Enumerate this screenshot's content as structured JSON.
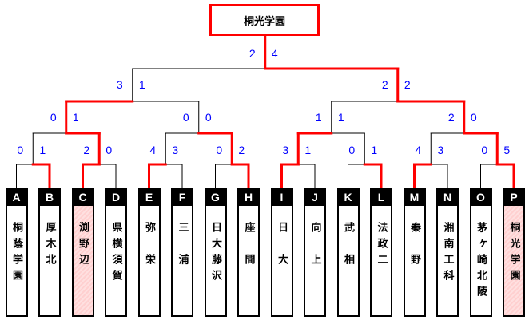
{
  "champion": "桐光学園",
  "teams": [
    {
      "letter": "A",
      "name": "桐蔭学園",
      "highlight": false
    },
    {
      "letter": "B",
      "name": "厚木北",
      "highlight": false
    },
    {
      "letter": "C",
      "name": "渕野辺",
      "highlight": true
    },
    {
      "letter": "D",
      "name": "県横須賀",
      "highlight": false
    },
    {
      "letter": "E",
      "name": "弥栄",
      "highlight": false
    },
    {
      "letter": "F",
      "name": "三浦",
      "highlight": false
    },
    {
      "letter": "G",
      "name": "日大藤沢",
      "highlight": false
    },
    {
      "letter": "H",
      "name": "座間",
      "highlight": false
    },
    {
      "letter": "I",
      "name": "日大",
      "highlight": false
    },
    {
      "letter": "J",
      "name": "向上",
      "highlight": false
    },
    {
      "letter": "K",
      "name": "武相",
      "highlight": false
    },
    {
      "letter": "L",
      "name": "法政二",
      "highlight": false
    },
    {
      "letter": "M",
      "name": "秦野",
      "highlight": false
    },
    {
      "letter": "N",
      "name": "湘南工科",
      "highlight": false
    },
    {
      "letter": "O",
      "name": "茅ヶ崎北陵",
      "highlight": false
    },
    {
      "letter": "P",
      "name": "桐光学園",
      "highlight": true
    }
  ],
  "rounds": [
    [
      {
        "scores": [
          "0",
          "1"
        ],
        "winner": 1
      },
      {
        "scores": [
          "2",
          "0"
        ],
        "winner": 0
      },
      {
        "scores": [
          "4",
          "3"
        ],
        "winner": 0
      },
      {
        "scores": [
          "0",
          "2"
        ],
        "winner": 1
      },
      {
        "scores": [
          "3",
          "1"
        ],
        "winner": 0
      },
      {
        "scores": [
          "0",
          "1"
        ],
        "winner": 1
      },
      {
        "scores": [
          "4",
          "3"
        ],
        "winner": 0
      },
      {
        "scores": [
          "0",
          "5"
        ],
        "winner": 1
      }
    ],
    [
      {
        "scores": [
          "0",
          "1"
        ],
        "winner": 1
      },
      {
        "scores": [
          "0",
          "0"
        ],
        "winner": 1
      },
      {
        "scores": [
          "1",
          "1"
        ],
        "winner": 0
      },
      {
        "scores": [
          "2",
          "0"
        ],
        "winner": 1
      }
    ],
    [
      {
        "scores": [
          "3",
          "1"
        ],
        "winner": 0
      },
      {
        "scores": [
          "2",
          "2"
        ],
        "winner": 1
      }
    ],
    [
      {
        "scores": [
          "2",
          "4"
        ],
        "winner": 1
      }
    ]
  ],
  "colors": {
    "win": "#ff0000",
    "line": "#000000",
    "score": "#0000ff",
    "highlight": "#ffd6d6"
  }
}
